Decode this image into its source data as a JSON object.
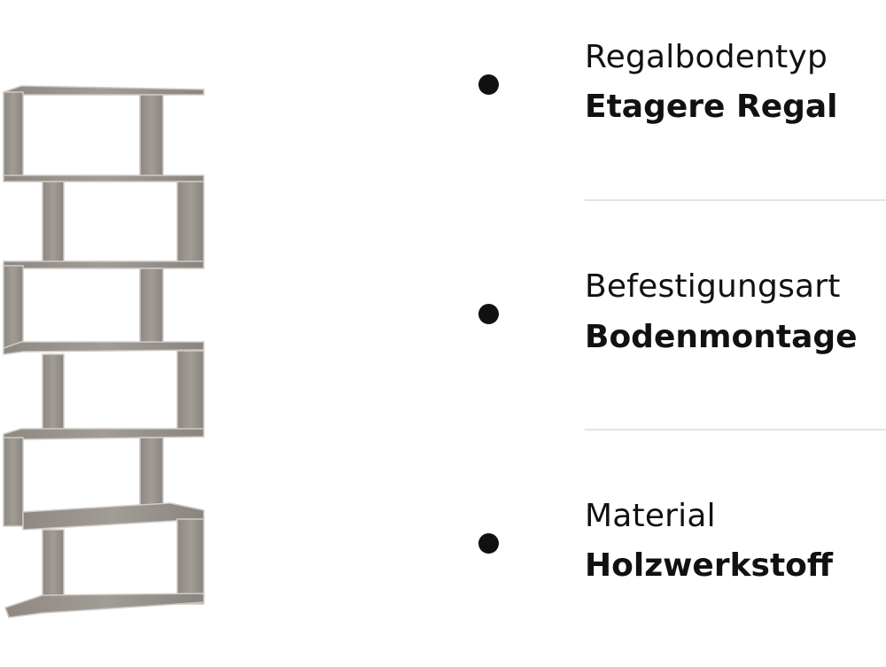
{
  "product_image": {
    "alt": "6-tier S-shaped wooden bookshelf, grey oak finish",
    "color": "#9a9490"
  },
  "specs": [
    {
      "label": "Regalbodentyp",
      "value": "Etagere Regal"
    },
    {
      "label": "Befestigungsart",
      "value": "Bodenmontage"
    },
    {
      "label": "Material",
      "value": "Holzwerkstoff"
    }
  ],
  "colors": {
    "text": "#111111",
    "divider": "#e3e3e3",
    "background": "#ffffff"
  }
}
